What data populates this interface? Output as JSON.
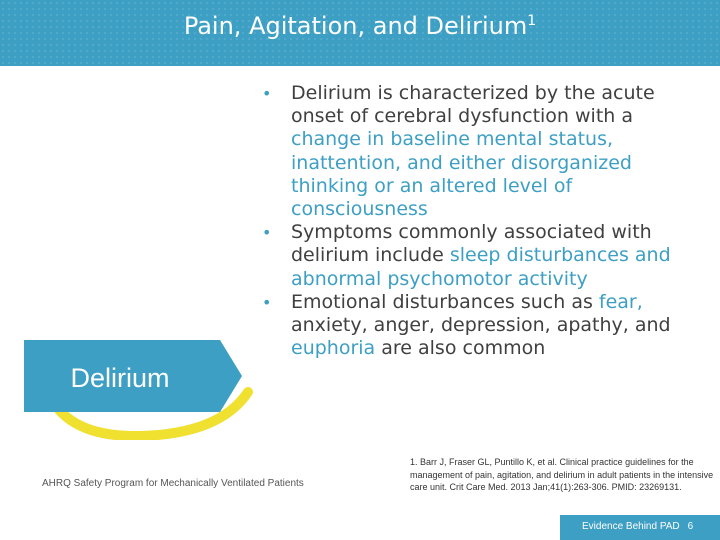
{
  "header": {
    "title": "Pain, Agitation, and Delirium",
    "title_sup": "1"
  },
  "graphic": {
    "label": "Delirium"
  },
  "bullets": [
    {
      "parts": [
        {
          "t": "Delirium is characterized by the acute onset of cerebral dysfunction with a ",
          "hl": false
        },
        {
          "t": "change in baseline mental status, inattention, and either disorganized thinking or an altered level of consciousness",
          "hl": true
        }
      ]
    },
    {
      "parts": [
        {
          "t": "Symptoms commonly associated with delirium include ",
          "hl": false
        },
        {
          "t": "sleep disturbances and abnormal psychomotor activity",
          "hl": true
        }
      ]
    },
    {
      "parts": [
        {
          "t": "Emotional disturbances such as ",
          "hl": false
        },
        {
          "t": "fear,",
          "hl": true
        },
        {
          "t": " anxiety, anger, depression, apathy, and ",
          "hl": false
        },
        {
          "t": "euphoria",
          "hl": true
        },
        {
          "t": " are also common",
          "hl": false
        }
      ]
    }
  ],
  "footer": {
    "program": "AHRQ Safety Program for Mechanically Ventilated Patients",
    "footnote": "1. Barr J, Fraser GL, Puntillo K, et al. Clinical practice guidelines for the management of pain, agitation, and delirium in adult patients in the intensive care unit. Crit Care Med. 2013 Jan;41(1):263-306. PMID: 23269131.",
    "section": "Evidence Behind PAD",
    "page": "6"
  },
  "colors": {
    "brand_blue": "#3d9fc4",
    "arc_yellow": "#f0e030",
    "body_text": "#404040"
  }
}
